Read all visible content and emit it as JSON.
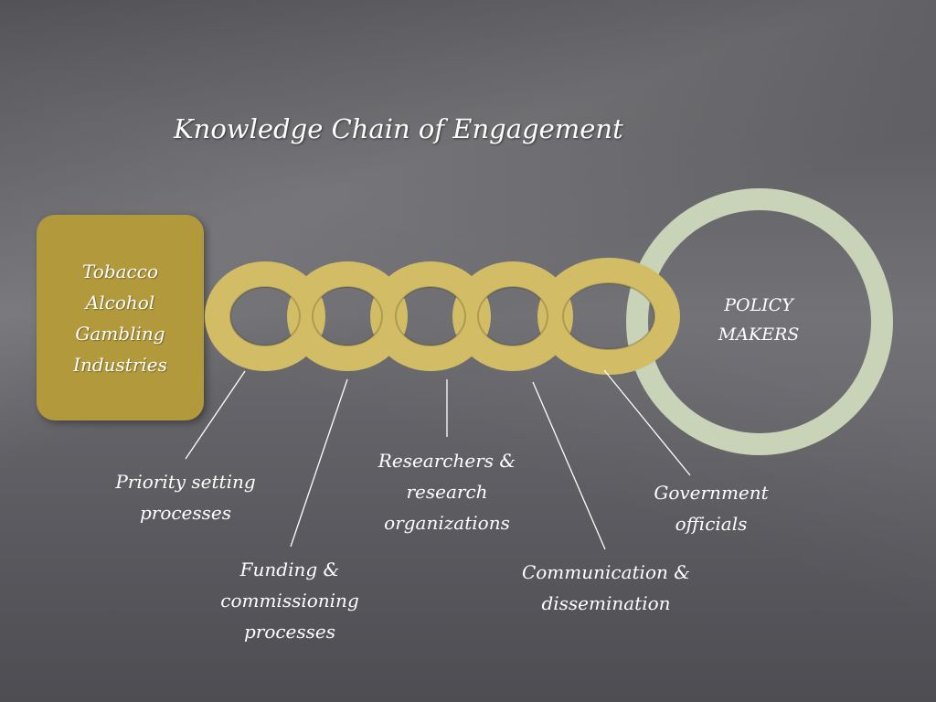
{
  "title": "Knowledge Chain of Engagement",
  "industries": {
    "lines": [
      "Tobacco",
      "Alcohol",
      "Gambling",
      "Industries"
    ]
  },
  "policy_makers": {
    "lines": [
      "POLICY",
      "MAKERS"
    ]
  },
  "stages": {
    "priority": [
      "Priority setting",
      "processes"
    ],
    "funding": [
      "Funding &",
      "commissioning",
      "processes"
    ],
    "researchers": [
      "Researchers &",
      "research",
      "organizations"
    ],
    "communication": [
      "Communication &",
      "dissemination"
    ],
    "government": [
      "Government",
      "officials"
    ]
  },
  "colors": {
    "background": "#5f5f64",
    "industry_box": "#b29a3c",
    "chain_link": "#d2bd66",
    "policy_ring": "#c9d3b8",
    "text": "#ffffff",
    "connector": "#ffffff"
  }
}
